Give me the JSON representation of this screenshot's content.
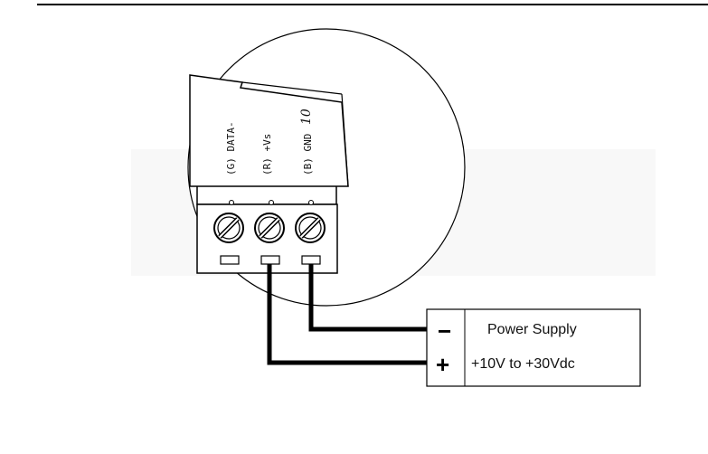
{
  "connector": {
    "pin_number": "10",
    "labels": [
      "(G) DATA-",
      "(R) +Vs",
      "(B) GND"
    ]
  },
  "power_supply": {
    "title": "Power Supply",
    "voltage_range": "+10V to  +30Vdc",
    "negative_sign": "−",
    "positive_sign": "+"
  },
  "colors": {
    "line": "#000000",
    "background_band": "#f7f7f7"
  }
}
